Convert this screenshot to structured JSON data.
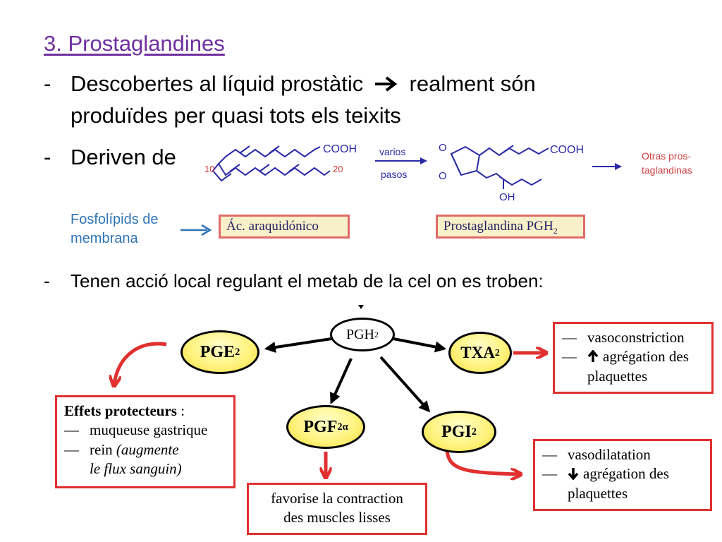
{
  "heading": "3. Prostaglandines",
  "bullets": {
    "b1_dash": "-",
    "b1_line1_start": "Descobertes al líquid prostàtic",
    "b1_line1_end": "realment són",
    "b1_line2": "produïdes per quasi tots els teixits",
    "b2_dash": "-",
    "b2_text": "Deriven de",
    "b3_dash": "-",
    "b3_text": "Tenen acció local regulant el metab de la cel on es troben:"
  },
  "chem": {
    "cooh_left": "COOH",
    "cooh_right": "COOH",
    "num_10": "10",
    "num_20": "20",
    "varios": "varios",
    "pasos": "pasos",
    "oh": "OH",
    "o_top": "O",
    "o_bottom": "O",
    "otras_line1": "Otras pros-",
    "otras_line2": "taglandinas",
    "box_araquidonico": "Ác. araquidónico",
    "box_pgh2_main": "Prostaglandina PGH",
    "box_pgh2_sub": "2"
  },
  "fosfolipids": {
    "line1": "Fosfolípids de",
    "line2": "membrana"
  },
  "nodes": {
    "pgh2_main": "PGH",
    "pgh2_sub": "2",
    "pge2_main": "PGE",
    "pge2_sub": "2",
    "txa2_main": "TXA",
    "txa2_sub": "2",
    "pgf2a_main": "PGF",
    "pgf2a_sub": "2α",
    "pgi2_main": "PGI",
    "pgi2_sub": "2"
  },
  "boxes": {
    "txa": {
      "dash": "—",
      "line1": "vasoconstriction",
      "line2": "agrégation des",
      "line3": "plaquettes"
    },
    "pge": {
      "title": "Effets protecteurs",
      "title_colon": " :",
      "dash": "—",
      "line1": "muqueuse gastrique",
      "line2a": "rein ",
      "line2b": "(augmente",
      "line3": "le flux sanguin)"
    },
    "pgi": {
      "dash": "—",
      "line1": "vasodilatation",
      "line2": "agrégation des",
      "line3": "plaquettes"
    },
    "pgf": {
      "line1": "favorise la contraction",
      "line2": "des muscles lisses"
    }
  },
  "colors": {
    "heading": "#7030A0",
    "fosfolipids": "#2e74b5",
    "chem_structure": "#2a2aa8",
    "red": "#e03030",
    "node_fill": "#fff27a"
  }
}
